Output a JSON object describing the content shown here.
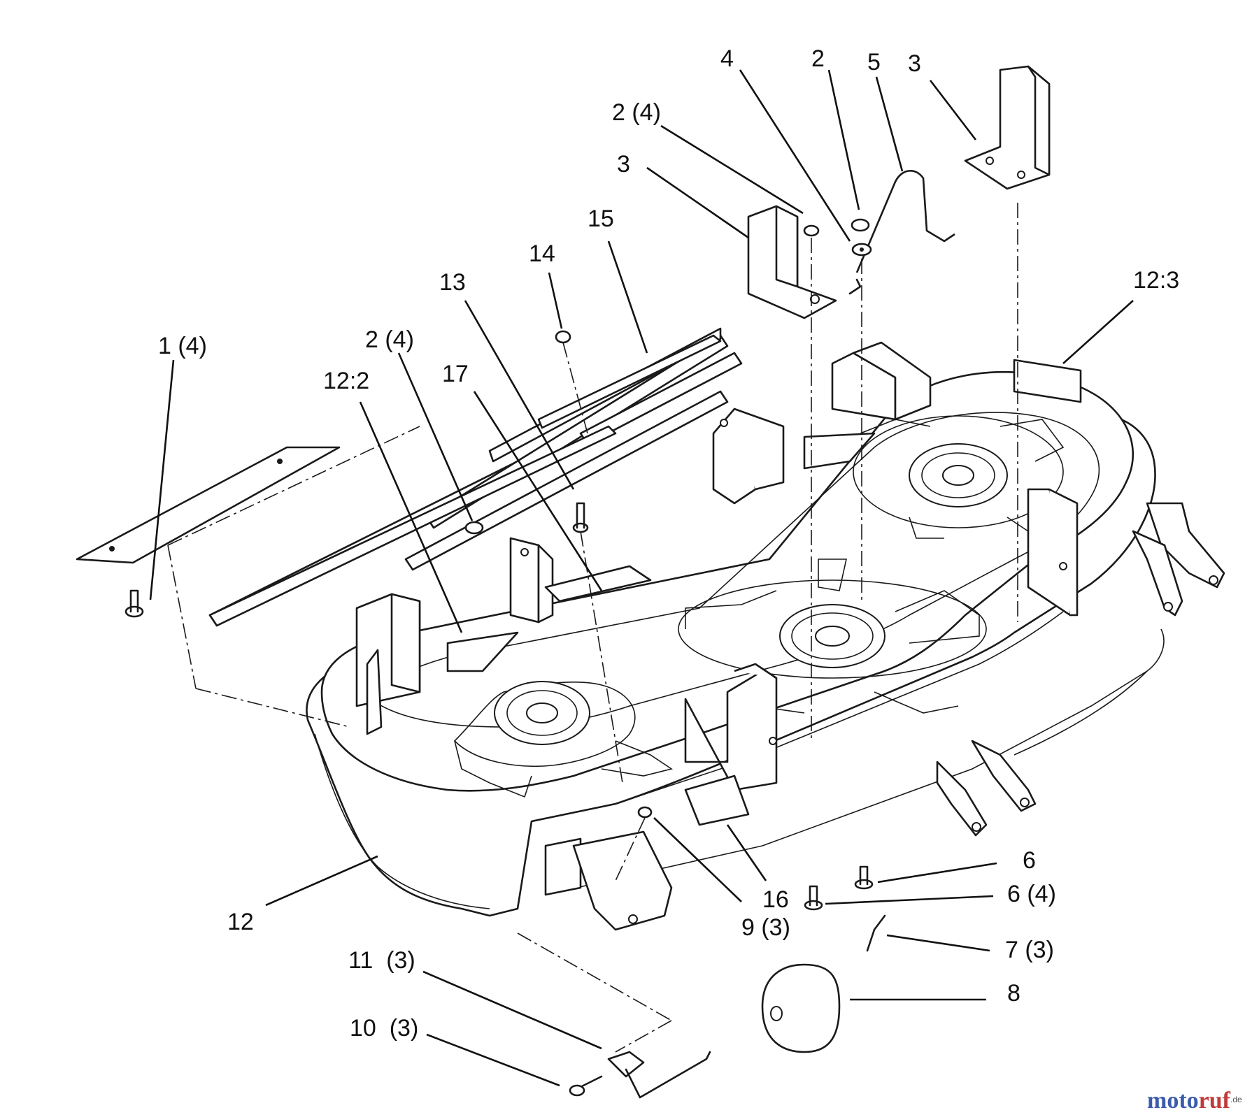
{
  "diagram": {
    "callouts": [
      {
        "id": "c-4",
        "text": "4"
      },
      {
        "id": "c-2-top",
        "text": "2"
      },
      {
        "id": "c-5",
        "text": "5"
      },
      {
        "id": "c-3-right",
        "text": "3"
      },
      {
        "id": "c-2-4-top",
        "text": "2 (4)"
      },
      {
        "id": "c-3-left",
        "text": "3"
      },
      {
        "id": "c-15",
        "text": "15"
      },
      {
        "id": "c-14",
        "text": "14"
      },
      {
        "id": "c-13",
        "text": "13"
      },
      {
        "id": "c-12-3",
        "text": "12:3"
      },
      {
        "id": "c-1-4",
        "text": "1 (4)"
      },
      {
        "id": "c-2-4-left",
        "text": "2 (4)"
      },
      {
        "id": "c-12-2",
        "text": "12:2"
      },
      {
        "id": "c-17",
        "text": "17"
      },
      {
        "id": "c-12",
        "text": "12"
      },
      {
        "id": "c-16",
        "text": "16"
      },
      {
        "id": "c-9-3",
        "text": "9 (3)"
      },
      {
        "id": "c-6",
        "text": "6"
      },
      {
        "id": "c-6-4",
        "text": "6 (4)"
      },
      {
        "id": "c-7-3",
        "text": "7 (3)"
      },
      {
        "id": "c-8",
        "text": "8"
      },
      {
        "id": "c-11-3",
        "text": "11  (3)"
      },
      {
        "id": "c-10-3",
        "text": "10  (3)"
      }
    ]
  },
  "watermark": {
    "part_a": "moto",
    "part_b": "ruf",
    "suffix": ".de"
  }
}
